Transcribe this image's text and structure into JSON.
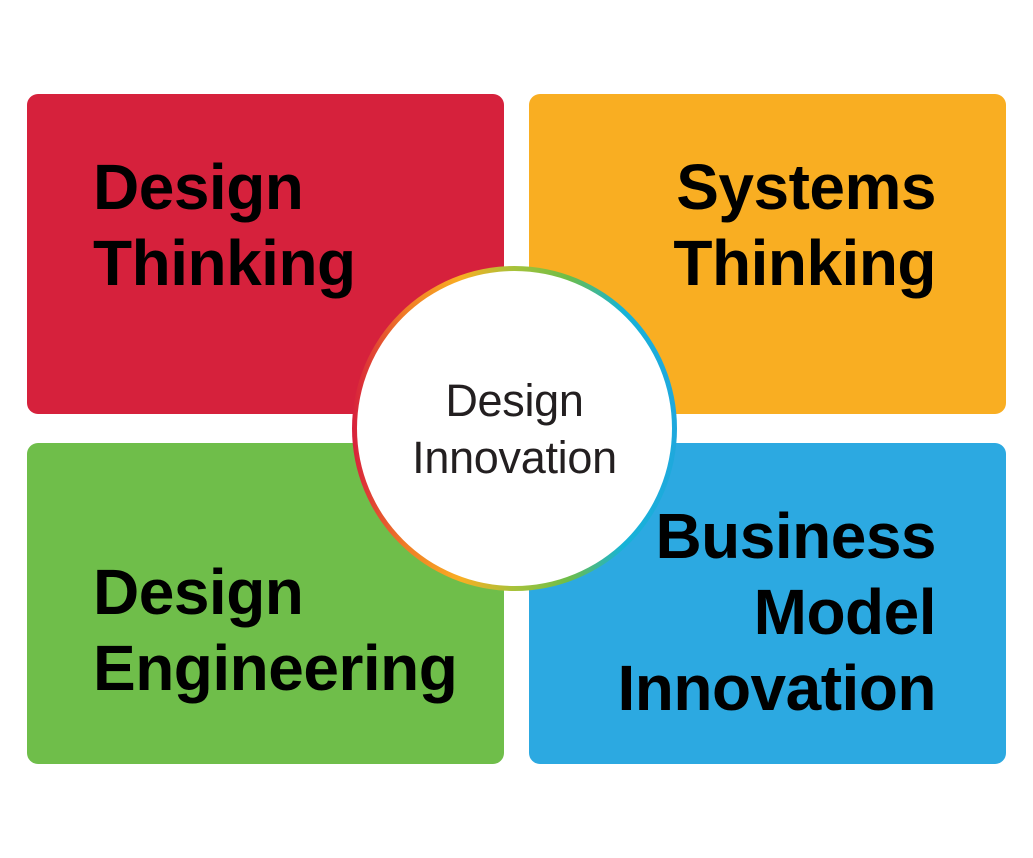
{
  "diagram": {
    "type": "quadrant-with-center-hub",
    "center": {
      "lines": [
        "Design",
        "Innovation"
      ],
      "text_color": "#231f20",
      "background": "#ffffff",
      "ring_gradient": [
        "#d7203c",
        "#f07e26",
        "#f9ae23",
        "#a6c23a",
        "#6dbd49",
        "#16b3d8",
        "#1fa8dd"
      ]
    },
    "quadrants": [
      {
        "position": "top-left",
        "lines": [
          "Design",
          "Thinking"
        ],
        "color": "#d6213c",
        "align": "left"
      },
      {
        "position": "top-right",
        "lines": [
          "Systems",
          "Thinking"
        ],
        "color": "#f9ae22",
        "align": "right"
      },
      {
        "position": "bottom-left",
        "lines": [
          "Design",
          "Engineering"
        ],
        "color": "#6fbe4a",
        "align": "left"
      },
      {
        "position": "bottom-right",
        "lines": [
          "Business",
          "Model",
          "Innovation"
        ],
        "color": "#2ca9e1",
        "align": "right"
      }
    ],
    "label_color": "#000000",
    "background": "#ffffff"
  }
}
